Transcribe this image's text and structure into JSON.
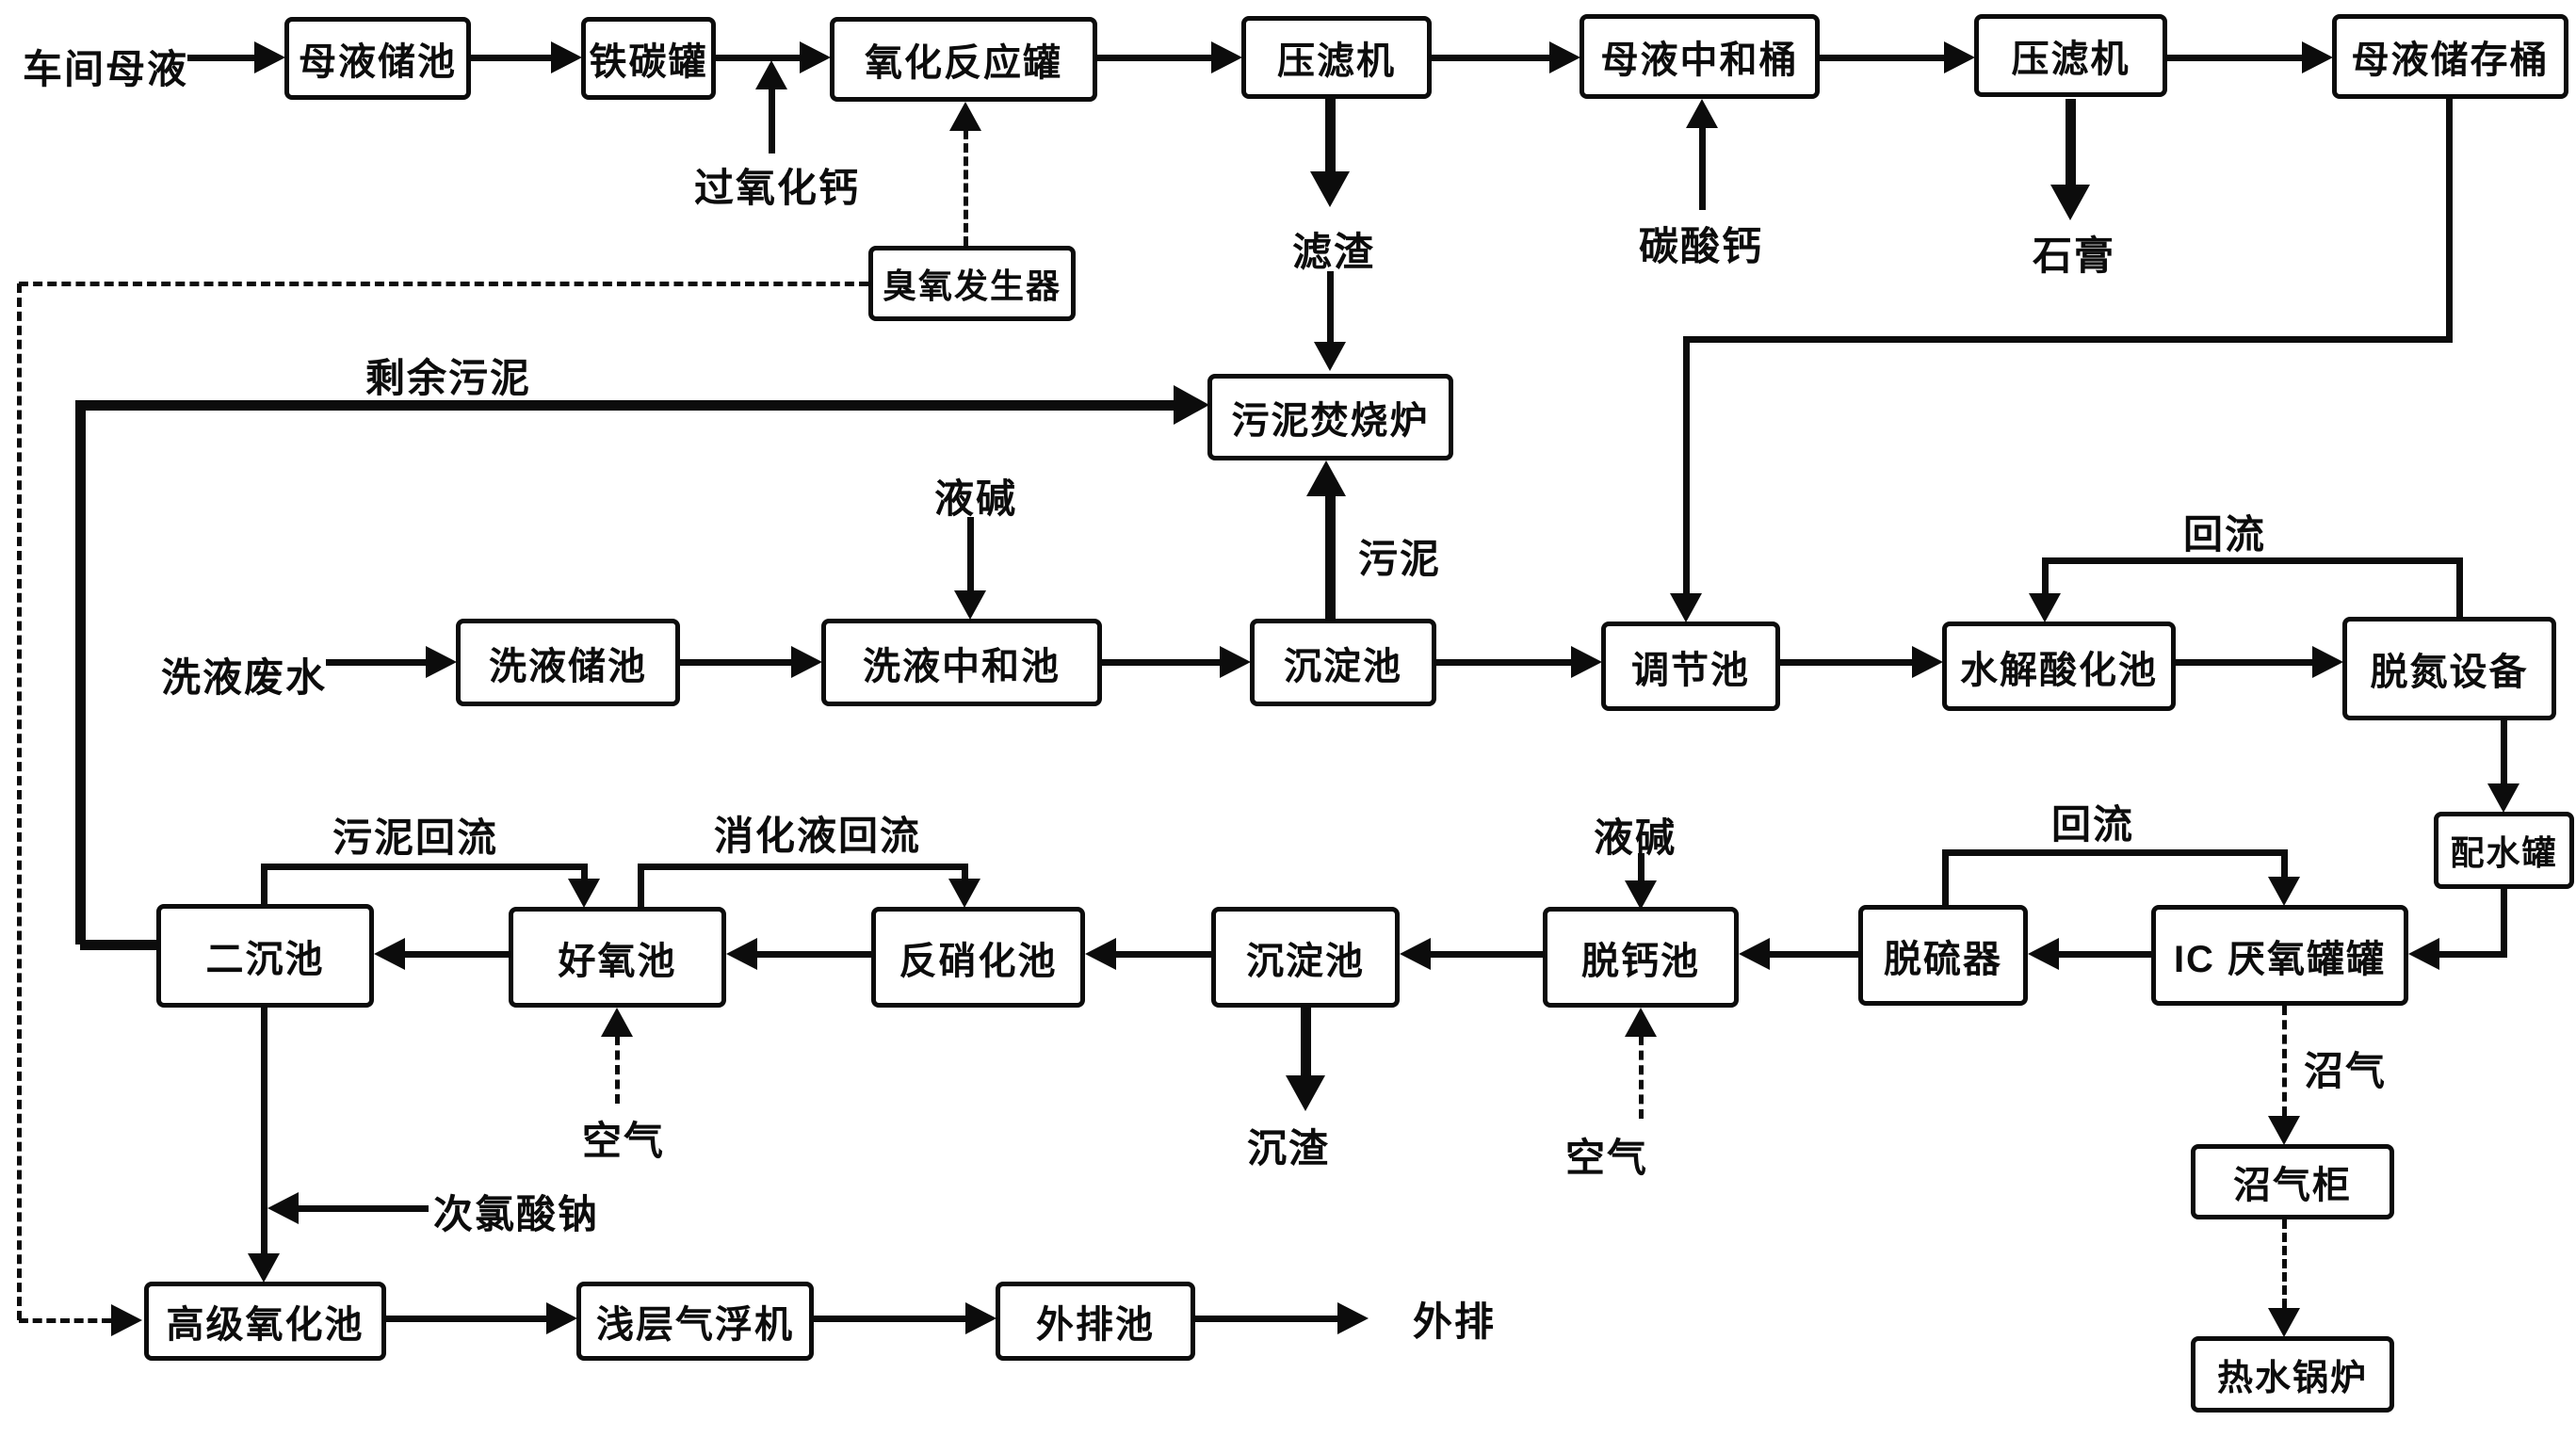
{
  "diagram": {
    "type": "process-flowchart",
    "ink_color": "#0c0c0c",
    "background_color": "#ffffff",
    "nodes": [
      {
        "label": "母液储池"
      },
      {
        "label": "铁碳罐"
      },
      {
        "label": "氧化反应罐"
      },
      {
        "label": "压滤机"
      },
      {
        "label": "母液中和桶"
      },
      {
        "label": "压滤机"
      },
      {
        "label": "母液储存桶"
      },
      {
        "label": "臭氧发生器"
      },
      {
        "label": "污泥焚烧炉"
      },
      {
        "label": "洗液储池"
      },
      {
        "label": "洗液中和池"
      },
      {
        "label": "沉淀池"
      },
      {
        "label": "调节池"
      },
      {
        "label": "水解酸化池"
      },
      {
        "label": "脱氮设备"
      },
      {
        "label": "配水罐"
      },
      {
        "label": "二沉池"
      },
      {
        "label": "好氧池"
      },
      {
        "label": "反硝化池"
      },
      {
        "label": "沉淀池"
      },
      {
        "label": "脱钙池"
      },
      {
        "label": "脱硫器"
      },
      {
        "label": "IC 厌氧罐罐"
      },
      {
        "label": "沼气柜"
      },
      {
        "label": "热水锅炉"
      },
      {
        "label": "高级氧化池"
      },
      {
        "label": "浅层气浮机"
      },
      {
        "label": "外排池"
      }
    ],
    "labels": [
      {
        "text": "车间母液"
      },
      {
        "text": "过氧化钙"
      },
      {
        "text": "滤渣"
      },
      {
        "text": "碳酸钙"
      },
      {
        "text": "石膏"
      },
      {
        "text": "剩余污泥"
      },
      {
        "text": "液碱"
      },
      {
        "text": "污泥"
      },
      {
        "text": "回流"
      },
      {
        "text": "洗液废水"
      },
      {
        "text": "污泥回流"
      },
      {
        "text": "消化液回流"
      },
      {
        "text": "液碱"
      },
      {
        "text": "回流"
      },
      {
        "text": "空气"
      },
      {
        "text": "沉渣"
      },
      {
        "text": "空气"
      },
      {
        "text": "沼气"
      },
      {
        "text": "次氯酸钠"
      },
      {
        "text": "外排"
      }
    ],
    "edges": [
      {
        "from": "车间母液",
        "to": "母液储池",
        "style": "solid-arrow"
      },
      {
        "from": "母液储池",
        "to": "铁碳罐",
        "style": "solid-arrow"
      },
      {
        "from": "铁碳罐",
        "to": "氧化反应罐",
        "style": "solid-arrow"
      },
      {
        "from": "过氧化钙",
        "to": "氧化反应罐",
        "style": "solid-arrow-up"
      },
      {
        "from": "臭氧发生器",
        "to": "氧化反应罐",
        "style": "dashed-arrow-up"
      },
      {
        "from": "臭氧发生器",
        "to": "高级氧化池",
        "style": "dashed-arrow"
      },
      {
        "from": "氧化反应罐",
        "to": "压滤机",
        "style": "solid-arrow"
      },
      {
        "from": "压滤机",
        "to": "污泥焚烧炉",
        "label": "滤渣",
        "style": "thick-arrow-down"
      },
      {
        "from": "压滤机",
        "to": "母液中和桶",
        "style": "solid-arrow"
      },
      {
        "from": "碳酸钙",
        "to": "母液中和桶",
        "style": "solid-arrow-up"
      },
      {
        "from": "母液中和桶",
        "to": "压滤机",
        "style": "solid-arrow"
      },
      {
        "from": "压滤机",
        "to": "石膏",
        "style": "thick-arrow-down"
      },
      {
        "from": "压滤机",
        "to": "母液储存桶",
        "style": "solid-arrow"
      },
      {
        "from": "母液储存桶",
        "to": "调节池",
        "style": "solid-arrow"
      },
      {
        "from": "洗液废水",
        "to": "洗液储池",
        "style": "solid-arrow"
      },
      {
        "from": "洗液储池",
        "to": "洗液中和池",
        "style": "solid-arrow"
      },
      {
        "from": "液碱",
        "to": "洗液中和池",
        "style": "solid-arrow-down"
      },
      {
        "from": "洗液中和池",
        "to": "沉淀池",
        "style": "solid-arrow"
      },
      {
        "from": "沉淀池",
        "to": "污泥焚烧炉",
        "label": "污泥",
        "style": "thick-arrow-up"
      },
      {
        "from": "二沉池",
        "to": "污泥焚烧炉",
        "label": "剩余污泥",
        "style": "thick-arrow"
      },
      {
        "from": "沉淀池",
        "to": "调节池",
        "style": "solid-arrow"
      },
      {
        "from": "调节池",
        "to": "水解酸化池",
        "style": "solid-arrow"
      },
      {
        "from": "水解酸化池",
        "to": "脱氮设备",
        "style": "solid-arrow"
      },
      {
        "from": "脱氮设备",
        "to": "水解酸化池",
        "label": "回流",
        "style": "solid-arrow-loop"
      },
      {
        "from": "脱氮设备",
        "to": "配水罐",
        "style": "solid-arrow-down"
      },
      {
        "from": "配水罐",
        "to": "IC 厌氧罐罐",
        "style": "solid-arrow"
      },
      {
        "from": "IC 厌氧罐罐",
        "to": "脱硫器",
        "style": "solid-arrow"
      },
      {
        "from": "脱硫器",
        "to": "IC 厌氧罐罐",
        "label": "回流",
        "style": "solid-arrow-loop"
      },
      {
        "from": "IC 厌氧罐罐",
        "to": "沼气柜",
        "label": "沼气",
        "style": "dashed-arrow-down"
      },
      {
        "from": "沼气柜",
        "to": "热水锅炉",
        "style": "dashed-arrow-down"
      },
      {
        "from": "脱硫器",
        "to": "脱钙池",
        "style": "solid-arrow"
      },
      {
        "from": "液碱",
        "to": "脱钙池",
        "style": "solid-arrow-down"
      },
      {
        "from": "空气",
        "to": "脱钙池",
        "style": "dashed-arrow-up"
      },
      {
        "from": "脱钙池",
        "to": "沉淀池",
        "style": "solid-arrow"
      },
      {
        "from": "沉淀池",
        "to": "沉渣",
        "style": "thick-arrow-down"
      },
      {
        "from": "沉淀池",
        "to": "反硝化池",
        "style": "solid-arrow"
      },
      {
        "from": "反硝化池",
        "to": "好氧池",
        "style": "solid-arrow"
      },
      {
        "from": "好氧池",
        "to": "反硝化池",
        "label": "消化液回流",
        "style": "solid-arrow-loop"
      },
      {
        "from": "空气",
        "to": "好氧池",
        "style": "dashed-arrow-up"
      },
      {
        "from": "好氧池",
        "to": "二沉池",
        "style": "solid-arrow"
      },
      {
        "from": "二沉池",
        "to": "好氧池",
        "label": "污泥回流",
        "style": "solid-arrow-loop"
      },
      {
        "from": "次氯酸钠",
        "to": "二沉池-高级氧化池管线",
        "style": "solid-arrow"
      },
      {
        "from": "二沉池",
        "to": "高级氧化池",
        "style": "solid-arrow-down"
      },
      {
        "from": "高级氧化池",
        "to": "浅层气浮机",
        "style": "solid-arrow"
      },
      {
        "from": "浅层气浮机",
        "to": "外排池",
        "style": "solid-arrow"
      },
      {
        "from": "外排池",
        "to": "外排",
        "style": "solid-arrow"
      }
    ]
  }
}
